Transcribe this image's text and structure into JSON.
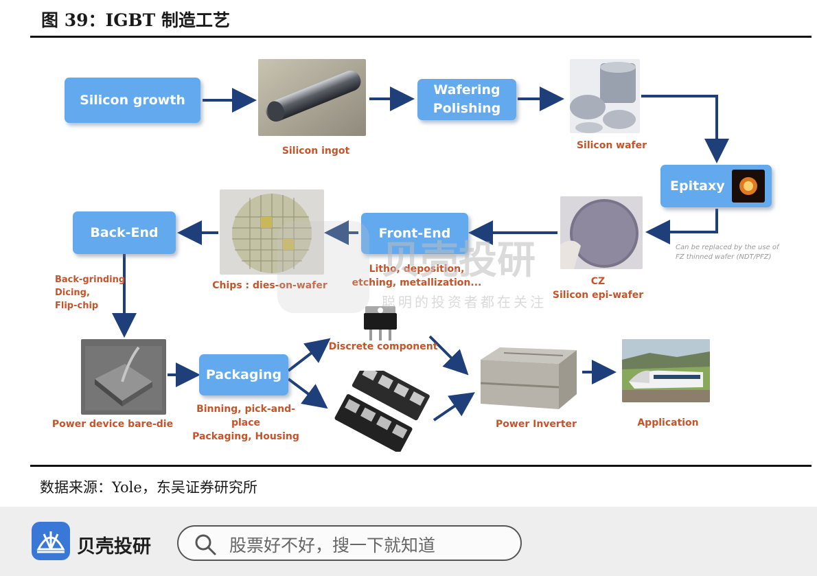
{
  "figure": {
    "title": "图 39：IGBT 制造工艺"
  },
  "boxes": {
    "silicon_growth": "Silicon growth",
    "wafering_line1": "Wafering",
    "wafering_line2": "Polishing",
    "epitaxy": "Epitaxy",
    "front_end": "Front-End",
    "back_end": "Back-End",
    "packaging": "Packaging"
  },
  "captions": {
    "silicon_ingot": "Silicon ingot",
    "silicon_wafer": "Silicon wafer",
    "cz_line1": "CZ",
    "cz_line2": "Silicon epi-wafer",
    "chips": "Chips : dies-on-wafer",
    "front_end_line1": "Litho, deposition,",
    "front_end_line2": "etching, metallization...",
    "back_end_line1": "Back-grinding",
    "back_end_line2": "Dicing,",
    "back_end_line3": "Flip-chip",
    "bare_die": "Power device bare-die",
    "packaging_line1": "Binning, pick-and-place",
    "packaging_line2": "Packaging, Housing",
    "discrete": "Discrete component",
    "inverter": "Power Inverter",
    "application": "Application",
    "epi_note_line1": "Can be replaced by the use of",
    "epi_note_line2": "FZ thinned wafer (NDT/PFZ)"
  },
  "watermark": {
    "brand": "贝壳投研",
    "slogan": "聪明的投资者都在关注"
  },
  "source": "数据来源：Yole，东吴证券研究所",
  "footer": {
    "brand": "贝壳投研",
    "search_placeholder": "股票好不好，搜一下就知道"
  },
  "colors": {
    "box": "#62a9ee",
    "arrow": "#1f3f7a",
    "caption": "#c4542a",
    "footer_bg": "#eeeeee",
    "logo": "#3a78d8"
  }
}
